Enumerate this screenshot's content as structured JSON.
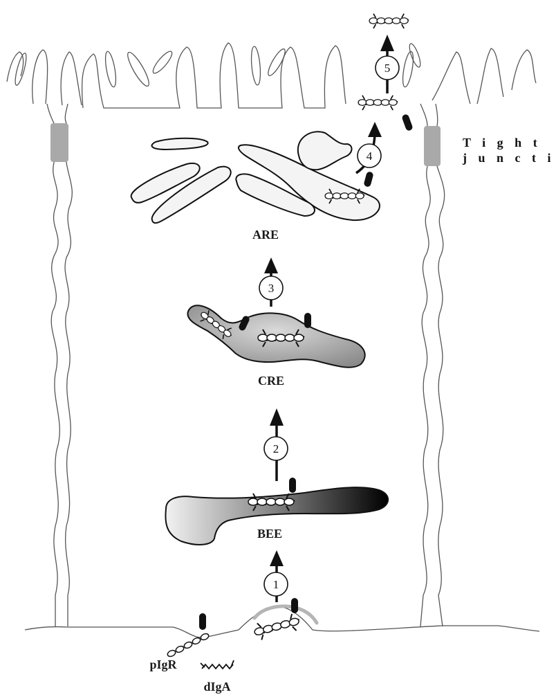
{
  "labels": {
    "are": "ARE",
    "cre": "CRE",
    "bee": "BEE",
    "pigr": "pIgR",
    "diga": "dIgA",
    "tight_junction_line1": "T i g h t",
    "tight_junction_line2": "j u n c t i o n"
  },
  "steps": [
    "1",
    "2",
    "3",
    "4",
    "5"
  ],
  "colors": {
    "outline": "#111111",
    "membrane": "#555555",
    "junction": "#a9a9a9",
    "bee_dark": "#000000",
    "cre_fill": "#9a9a9a"
  }
}
